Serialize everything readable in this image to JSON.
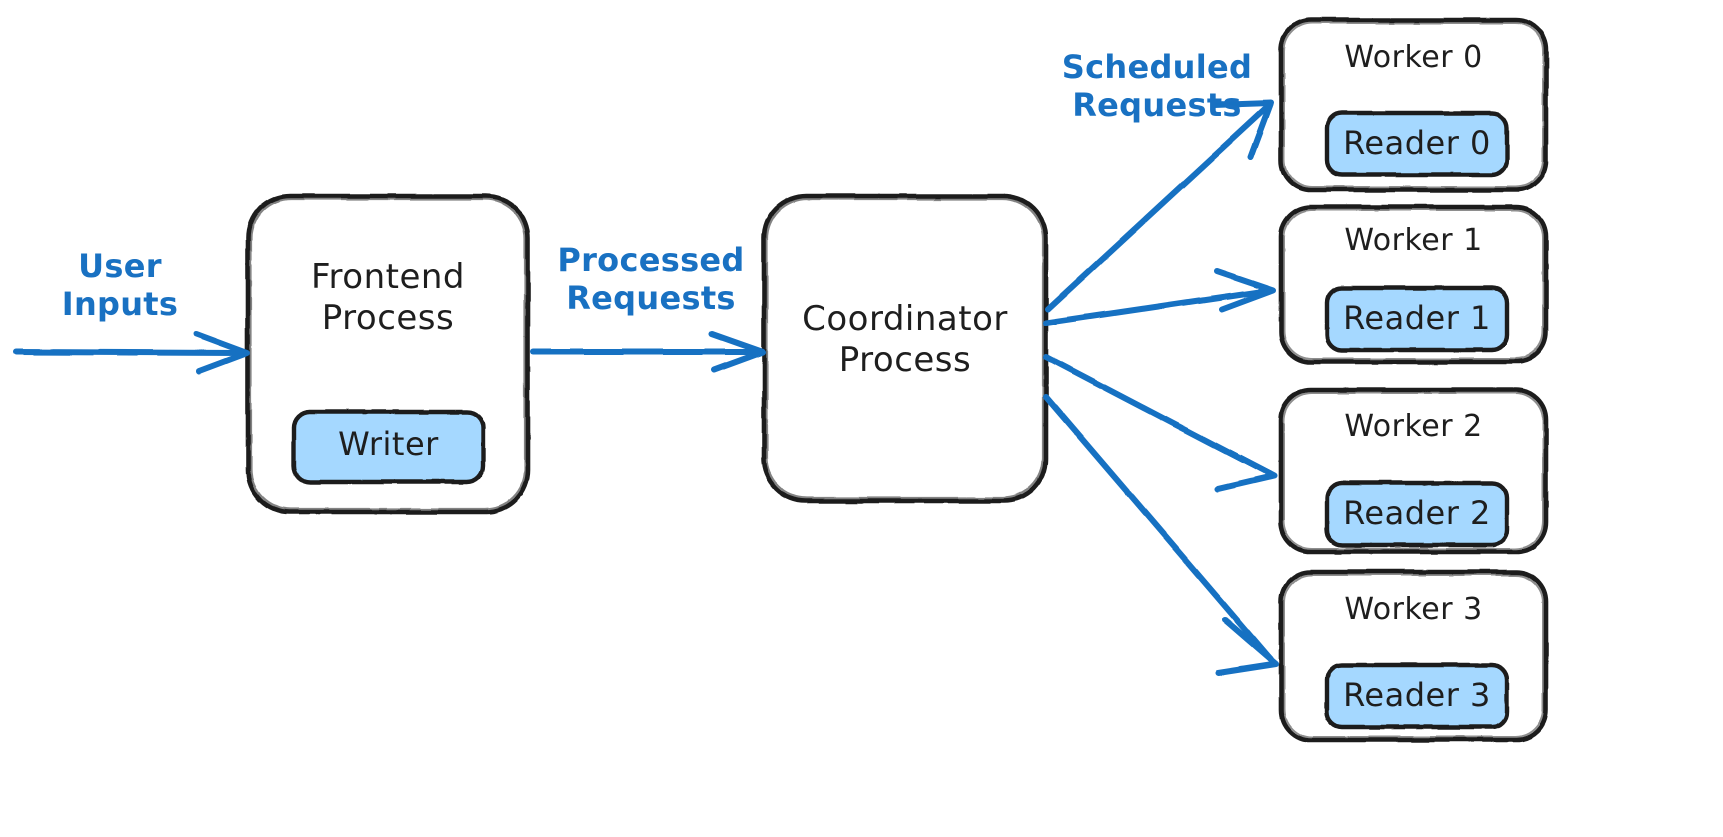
{
  "diagram": {
    "title": "Frontend / Coordinator / Worker process architecture",
    "background": "#ffffff",
    "stroke_color": "#1e1e1e",
    "accent_color": "#1971c2",
    "inner_fill_color": "#a5d8ff",
    "style": "hand-drawn"
  },
  "nodes": {
    "frontend": {
      "label": "Frontend\nProcess",
      "inner": {
        "label": "Writer",
        "fill": "#a5d8ff"
      }
    },
    "coordinator": {
      "label": "Coordinator\nProcess"
    },
    "workers": [
      {
        "label": "Worker 0",
        "inner": {
          "label": "Reader 0",
          "fill": "#a5d8ff"
        }
      },
      {
        "label": "Worker 1",
        "inner": {
          "label": "Reader 1",
          "fill": "#a5d8ff"
        }
      },
      {
        "label": "Worker 2",
        "inner": {
          "label": "Reader 2",
          "fill": "#a5d8ff"
        }
      },
      {
        "label": "Worker 3",
        "inner": {
          "label": "Reader 3",
          "fill": "#a5d8ff"
        }
      }
    ]
  },
  "edge_labels": {
    "user_inputs": "User\nInputs",
    "processed_requests": "Processed\nRequests",
    "scheduled_requests": "Scheduled\nRequests"
  }
}
